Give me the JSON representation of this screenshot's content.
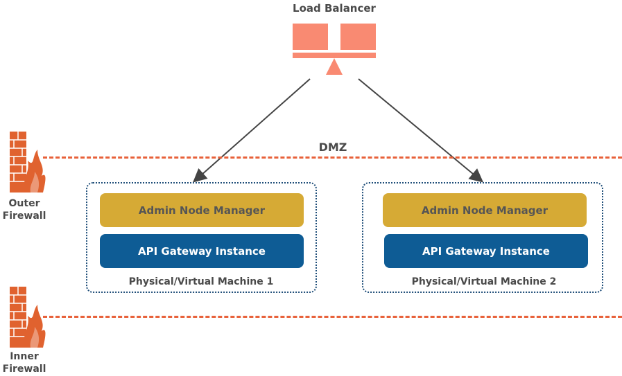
{
  "load_balancer": {
    "label": "Load Balancer"
  },
  "dmz": {
    "label": "DMZ"
  },
  "firewalls": {
    "outer": {
      "line1": "Outer",
      "line2": "Firewall"
    },
    "inner": {
      "line1": "Inner",
      "line2": "Firewall"
    }
  },
  "machines": [
    {
      "admin_label": "Admin Node Manager",
      "gateway_label": "API Gateway Instance",
      "machine_label": "Physical/Virtual Machine 1"
    },
    {
      "admin_label": "Admin Node Manager",
      "gateway_label": "API Gateway Instance",
      "machine_label": "Physical/Virtual Machine 2"
    }
  ],
  "colors": {
    "load_balancer": "#f98a72",
    "firewall": "#e0622f",
    "dmz_line": "#e8613a",
    "admin_box": "#d6aa35",
    "gateway_box": "#0e5c95",
    "machine_border": "#1f4e79",
    "arrow": "#444444"
  },
  "icons": {
    "load_balancer": "load-balancer-icon",
    "firewall": "firewall-icon"
  }
}
